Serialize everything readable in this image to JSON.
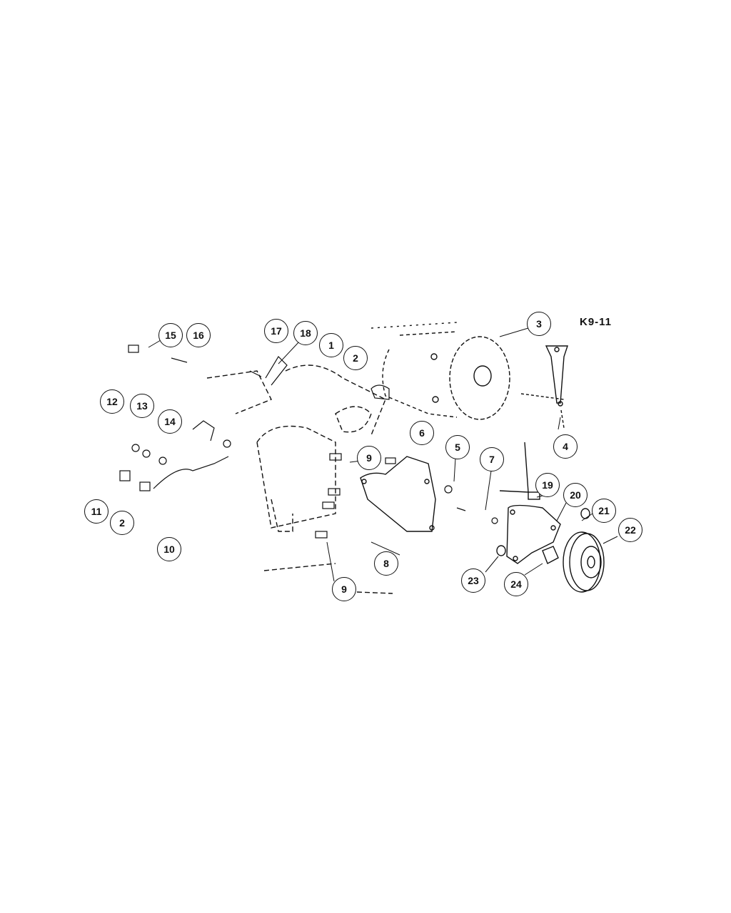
{
  "figure_ref": "K9-11",
  "callouts": [
    "15",
    "16",
    "17",
    "18",
    "1",
    "2",
    "3",
    "12",
    "13",
    "14",
    "6",
    "5",
    "7",
    "4",
    "9",
    "11",
    "2",
    "10",
    "19",
    "20",
    "21",
    "22",
    "8",
    "23",
    "24",
    "9"
  ]
}
